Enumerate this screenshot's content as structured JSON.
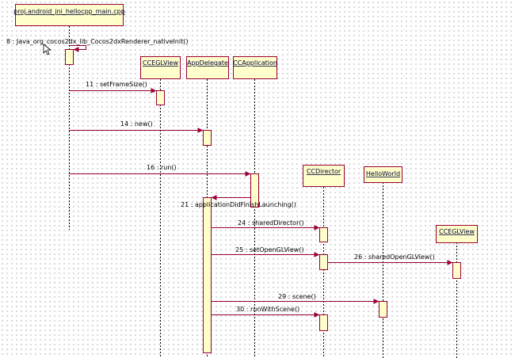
{
  "lifelines": [
    {
      "id": "main",
      "label": "proj.android_jni_hellocpp_main.cpp"
    },
    {
      "id": "glview",
      "label": "CCEGLView"
    },
    {
      "id": "appdel",
      "label": "AppDelegate"
    },
    {
      "id": "ccapp",
      "label": "CCApplication"
    },
    {
      "id": "dir",
      "label": "CCDirector"
    },
    {
      "id": "hello",
      "label": "HelloWorld"
    },
    {
      "id": "glview2",
      "label": "CCEGLView"
    }
  ],
  "messages": [
    {
      "id": "m8",
      "label": "8 : Java_org_cocos2dx_lib_Cocos2dxRenderer_nativeInit()"
    },
    {
      "id": "m11",
      "label": "11 : setFrameSize()"
    },
    {
      "id": "m14",
      "label": "14 : new()"
    },
    {
      "id": "m16",
      "label": "16 : run()"
    },
    {
      "id": "m21",
      "label": "21 : applicationDidFinishLaunching()"
    },
    {
      "id": "m24",
      "label": "24 : sharedDirector()"
    },
    {
      "id": "m25",
      "label": "25 : setOpenGLView()"
    },
    {
      "id": "m26",
      "label": "26 : sharedOpenGLView()"
    },
    {
      "id": "m29",
      "label": "29 : scene()"
    },
    {
      "id": "m30",
      "label": "30 : runWithScene()"
    }
  ],
  "colors": {
    "box_fill": "#ffffcc",
    "box_border": "#990033",
    "arrow": "#990033",
    "lifeline": "#000000"
  }
}
